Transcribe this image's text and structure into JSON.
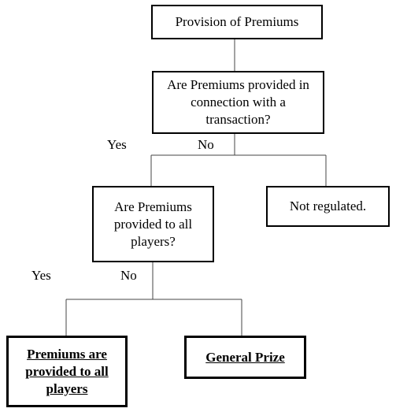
{
  "nodes": {
    "provision": "Provision of Premiums",
    "transaction_question": "Are Premiums provided in connection with a transaction?",
    "all_players_question": "Are Premiums provided to all players?",
    "not_regulated": "Not regulated.",
    "premiums_to_all": "Premiums are provided to all players",
    "general_prize": "General Prize"
  },
  "branch_labels": {
    "transaction_yes": "Yes",
    "transaction_no": "No",
    "all_players_yes": "Yes",
    "all_players_no": "No"
  }
}
